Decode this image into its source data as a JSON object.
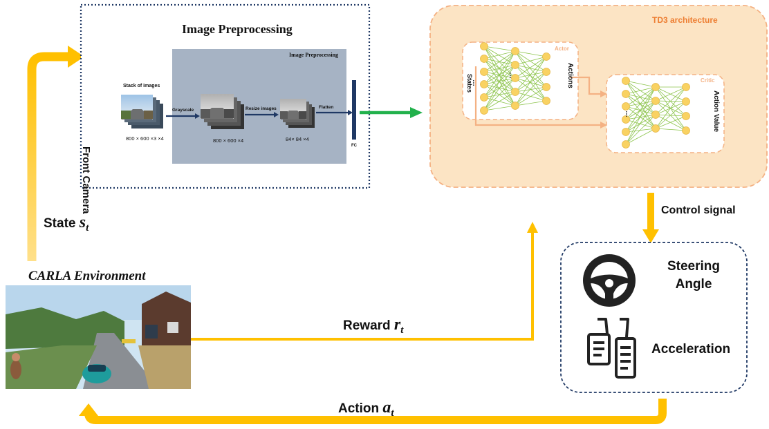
{
  "preprocessing": {
    "title": "Image Preprocessing",
    "inner_title": "Image Preprocessing",
    "camera_label": "Front Camera",
    "stack_label": "Stack of images",
    "grayscale_label": "Grayscale",
    "resize_label": "Resize images",
    "flatten_label": "Flatten",
    "fc_label": "FC",
    "dim_input": "800 × 600 ×3 ×4",
    "dim_gray": "800 × 600 ×4",
    "dim_resized": "84× 84 ×4"
  },
  "td3": {
    "title": "TD3 architecture",
    "actor_label": "Actor",
    "critic_label": "Critic",
    "states_label": "States",
    "actions_label": "Actions",
    "action_value_label": "Action Value",
    "dots": "…"
  },
  "flow": {
    "state_label": "State ",
    "state_sym": "s",
    "state_sub": "t",
    "environment_label": "CARLA Environment",
    "reward_label": "Reward ",
    "reward_sym": "r",
    "reward_sub": "t",
    "action_label": "Action ",
    "action_sym": "a",
    "action_sub": "t",
    "control_signal_label": "Control signal"
  },
  "controls": {
    "steering_label_line1": "Steering",
    "steering_label_line2": "Angle",
    "acceleration_label": "Acceleration",
    "steering_icon": "steering-wheel-icon",
    "pedal_icon": "pedals-icon"
  },
  "colors": {
    "flow_arrow": "#FFC000",
    "flow_arrow_light": "#FFD966",
    "preprocess_border": "#1F3864",
    "inner_panel": "#A6B3C4",
    "td3_fill": "#FCE4C4",
    "td3_border": "#F4B183",
    "td3_title": "#ED7D31",
    "node_fill": "#F9D262",
    "edge": "#8BC34A",
    "green_arrow": "#22B14C",
    "fc_bar": "#1F3864",
    "control_border": "#1F3864"
  }
}
